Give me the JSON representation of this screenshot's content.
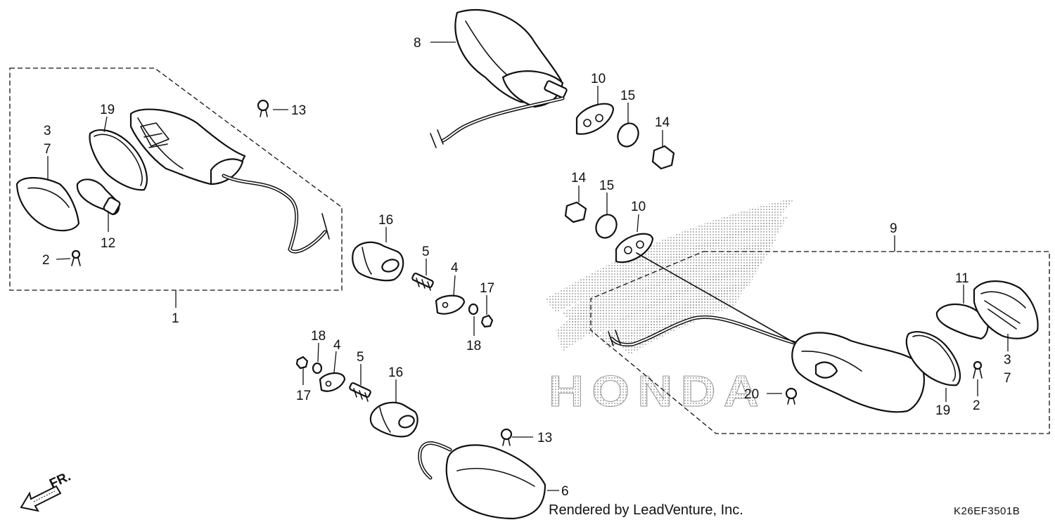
{
  "callouts": {
    "c1": "1",
    "c2a": "2",
    "c2b": "2",
    "c3a": "3",
    "c3b": "3",
    "c4a": "4",
    "c4b": "4",
    "c5a": "5",
    "c5b": "5",
    "c6": "6",
    "c7a": "7",
    "c7b": "7",
    "c8": "8",
    "c9": "9",
    "c10a": "10",
    "c10b": "10",
    "c11": "11",
    "c12": "12",
    "c13a": "13",
    "c13b": "13",
    "c14a": "14",
    "c14b": "14",
    "c15a": "15",
    "c15b": "15",
    "c16a": "16",
    "c16b": "16",
    "c17a": "17",
    "c17b": "17",
    "c18a": "18",
    "c18b": "18",
    "c19a": "19",
    "c19b": "19",
    "c20": "20"
  },
  "watermark": "HONDA",
  "direction_label": "FR.",
  "footer": {
    "rendered_by": "Rendered by LeadVenture, Inc.",
    "diagram_code": "K26EF3501B"
  },
  "colors": {
    "ink": "#111111",
    "background": "#ffffff",
    "watermark": "#8a8a8a"
  }
}
